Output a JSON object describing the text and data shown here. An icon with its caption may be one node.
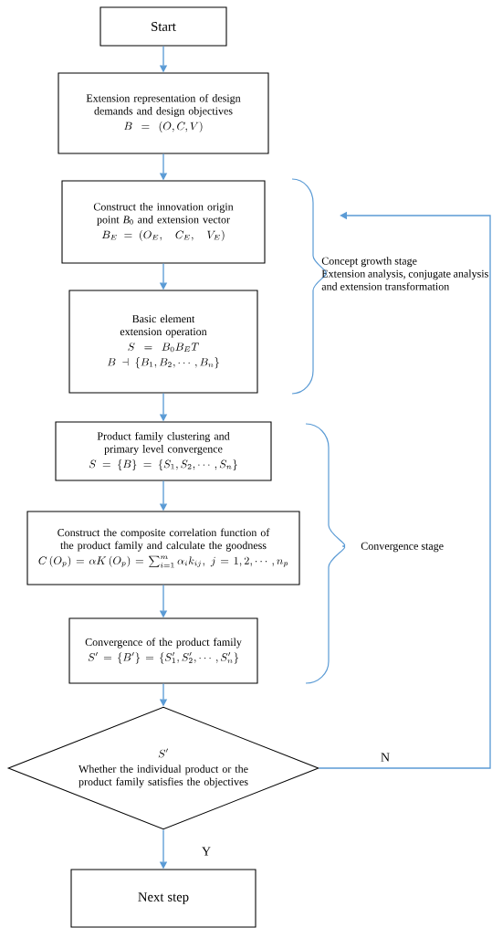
{
  "diagram": {
    "nodes": [
      {
        "text": [
          "Start"
        ]
      },
      {
        "text": [
          "Extension representation of design demands and design objectives",
          "B=\\left(O,C,V\\right)"
        ]
      },
      {
        "text": [
          "Construct the innovation origin point *B*$_{0}$ and extension vector",
          "B_E=\\left(O_E,\\quad C_E,\\quad V_E\\right)"
        ]
      },
      {
        "text": [
          "Basic element extension operation",
          "S=B_0B_ET",
          "B\\dashv\\{B_1,B_2,\\cdots,B_n\\}"
        ]
      },
      {
        "text": [
          "Product family clustering and primary level convergence",
          "S=\\{B\\}=\\{S_1,S_2,\\cdots,S_n\\}"
        ]
      },
      {
        "text": [
          "Construct the composite correlation function of the product family and calculate the goodness",
          "C\\left(O_p\\right)=\\alpha K\\left(O_p\\right)=\\sum_{i=1}^{m}\\alpha_i k_{ij},\\ j=1,2,\\cdots,n_p"
        ]
      },
      {
        "text": [
          "Convergence of the product family",
          "S'=\\{B'\\}=\\{S_1',S_2',\\cdots,S_n'\\}"
        ]
      },
      {
        "text": [
          "S'",
          "Whether the individual product or the product family satisfies the objectives"
        ]
      },
      {
        "text": [
          "Next step"
        ]
      }
    ],
    "edges": [
      {
        "from": 0,
        "to": 1,
        "arrow": "to"
      },
      {
        "from": 1,
        "to": 2,
        "arrow": "to"
      },
      {
        "from": 2,
        "to": 3,
        "arrow": "to"
      },
      {
        "from": 3,
        "to": 4,
        "arrow": "to"
      },
      {
        "from": 4,
        "to": 5,
        "arrow": "to"
      },
      {
        "from": 5,
        "to": 6,
        "arrow": "to"
      },
      {
        "from": 6,
        "to": 7,
        "arrow": "to"
      },
      {
        "from": 7,
        "to": 8,
        "label": "Y",
        "arrow": "to"
      },
      {
        "from": 7,
        "to": null,
        "label": "N",
        "arrow": "to"
      }
    ],
    "labels": [
      "Concept growth stage",
      "Extension analysis, conjugate analysis and extension transformation",
      "Convergence stage"
    ]
  }
}
